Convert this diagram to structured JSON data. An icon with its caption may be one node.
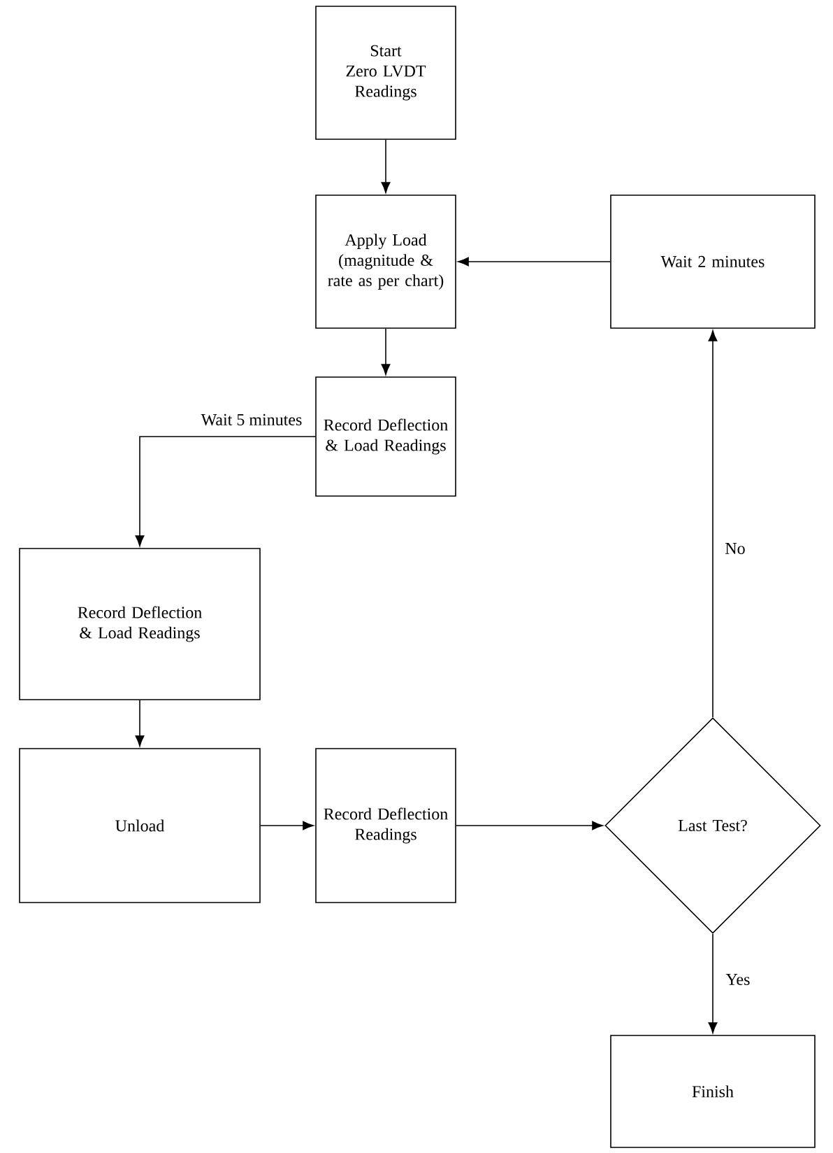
{
  "diagram": {
    "nodes": [
      {
        "text": [
          "Start",
          "Zero LVDT Readings"
        ]
      },
      {
        "text": [
          "Apply Load (magnitude & rate as per chart)"
        ]
      },
      {
        "text": [
          "Wait 2 minutes"
        ]
      },
      {
        "text": [
          "Record Deflection & Load Readings"
        ]
      },
      {
        "text": [
          "Record Deflection & Load Readings"
        ]
      },
      {
        "text": [
          "Unload"
        ]
      },
      {
        "text": [
          "Record Deflection Readings"
        ]
      },
      {
        "text": [
          "Last Test?"
        ]
      },
      {
        "text": [
          "Finish"
        ]
      }
    ],
    "edges": [
      {
        "from": 0,
        "to": 1,
        "arrow": "to"
      },
      {
        "from": 1,
        "to": 3,
        "arrow": "to"
      },
      {
        "from": 3,
        "to": 4,
        "arrow": "to",
        "label": "Wait 5 minutes"
      },
      {
        "from": 4,
        "to": 5,
        "arrow": "to"
      },
      {
        "from": 5,
        "to": 6,
        "arrow": "to"
      },
      {
        "from": 6,
        "to": 7,
        "arrow": "to"
      },
      {
        "from": 7,
        "to": 8,
        "arrow": "to",
        "label": "Yes"
      },
      {
        "from": 7,
        "to": 2,
        "arrow": "to",
        "label": "No"
      },
      {
        "from": 2,
        "to": 1,
        "arrow": "to"
      }
    ]
  }
}
